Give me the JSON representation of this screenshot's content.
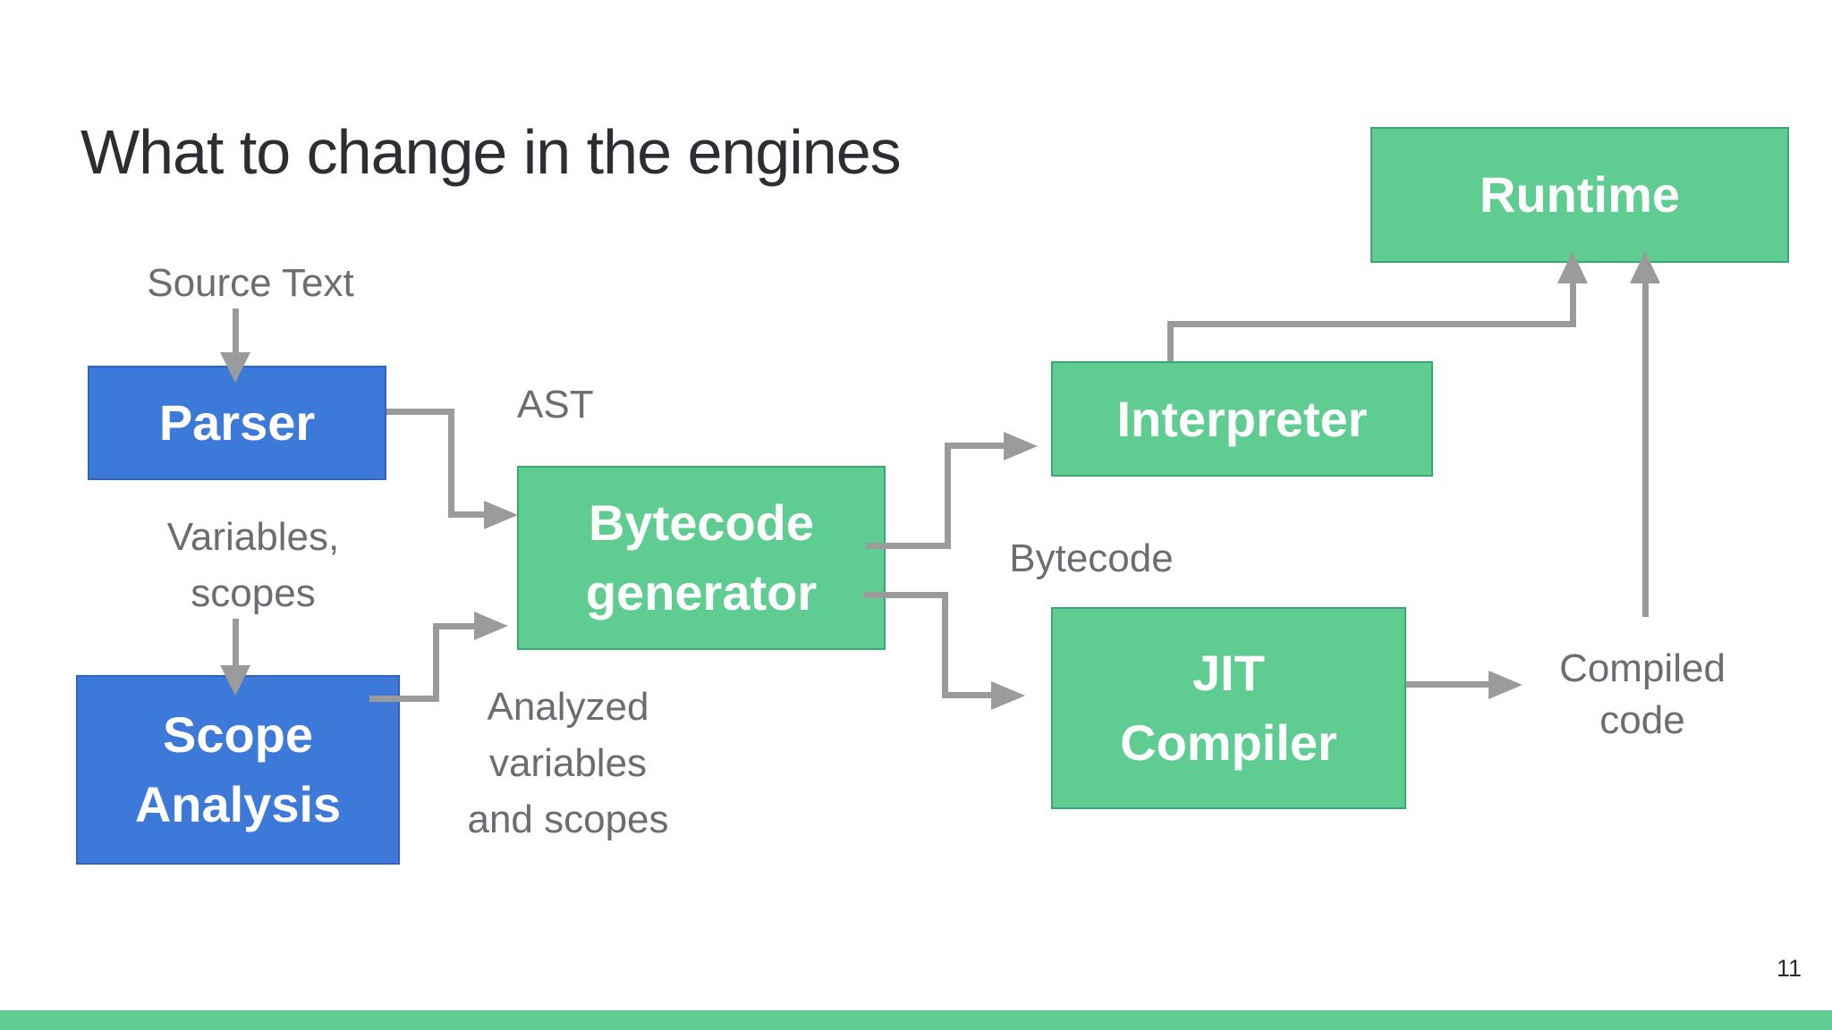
{
  "slide": {
    "title": "What to change in the engines",
    "page_number": "11",
    "colors": {
      "box_blue": "#3d79d9",
      "box_blue_border": "#2d63c2",
      "box_green": "#5fcd92",
      "box_green_border": "#3aa873",
      "arrow_gray": "#9b9b9b",
      "label_gray": "#6a6d71",
      "title_color": "#2b2e33",
      "accent_bar": "#5fcd92"
    }
  },
  "boxes": {
    "parser": {
      "lines": [
        "Parser"
      ]
    },
    "scope_analysis": {
      "lines": [
        "Scope",
        "Analysis"
      ]
    },
    "bytecode_generator": {
      "lines": [
        "Bytecode",
        "generator"
      ]
    },
    "interpreter": {
      "lines": [
        "Interpreter"
      ]
    },
    "jit_compiler": {
      "lines": [
        "JIT",
        "Compiler"
      ]
    },
    "runtime": {
      "lines": [
        "Runtime"
      ]
    }
  },
  "labels": {
    "source_text": "Source Text",
    "ast": "AST",
    "variables": [
      "Variables,",
      "scopes"
    ],
    "analyzed": [
      "Analyzed",
      "variables",
      "and scopes"
    ],
    "bytecode": "Bytecode",
    "compiled": [
      "Compiled",
      "code"
    ]
  }
}
